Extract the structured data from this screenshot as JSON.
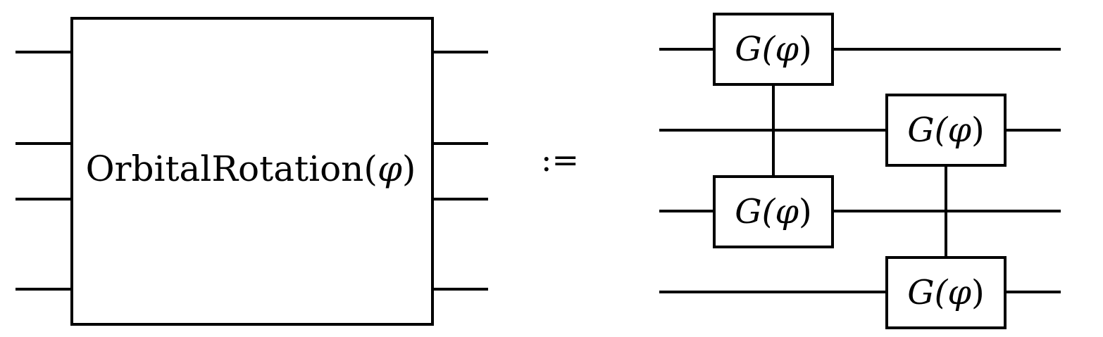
{
  "left_block": {
    "label_text": "OrbitalRotation(",
    "label_var": "φ",
    "label_close": ")"
  },
  "definition_symbol": ":=",
  "gates": [
    {
      "name_text": "G(",
      "var": "φ",
      "close": ")"
    },
    {
      "name_text": "G(",
      "var": "φ",
      "close": ")"
    },
    {
      "name_text": "G(",
      "var": "φ",
      "close": ")"
    },
    {
      "name_text": "G(",
      "var": "φ",
      "close": ")"
    }
  ]
}
